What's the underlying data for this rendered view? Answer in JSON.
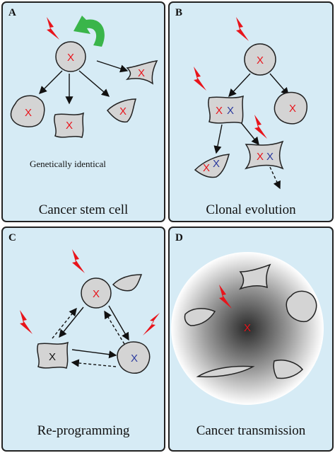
{
  "panels": {
    "a": {
      "letter": "A",
      "caption": "Cancer stem cell",
      "note": "Genetically identical"
    },
    "b": {
      "letter": "B",
      "caption": "Clonal evolution"
    },
    "c": {
      "letter": "C",
      "caption": "Re-programming"
    },
    "d": {
      "letter": "D",
      "caption": "Cancer transmission"
    }
  },
  "markers": {
    "red": "X",
    "blue": "X",
    "black": "X"
  },
  "colors": {
    "panel_bg": "#d6ebf5",
    "cell_fill": "#d4d4d4",
    "lightning": "#e8141b",
    "self_renewal_arrow": "#3ab54a",
    "marker_red": "#e8141b",
    "marker_blue": "#2b3a9e",
    "marker_black": "#111111"
  }
}
